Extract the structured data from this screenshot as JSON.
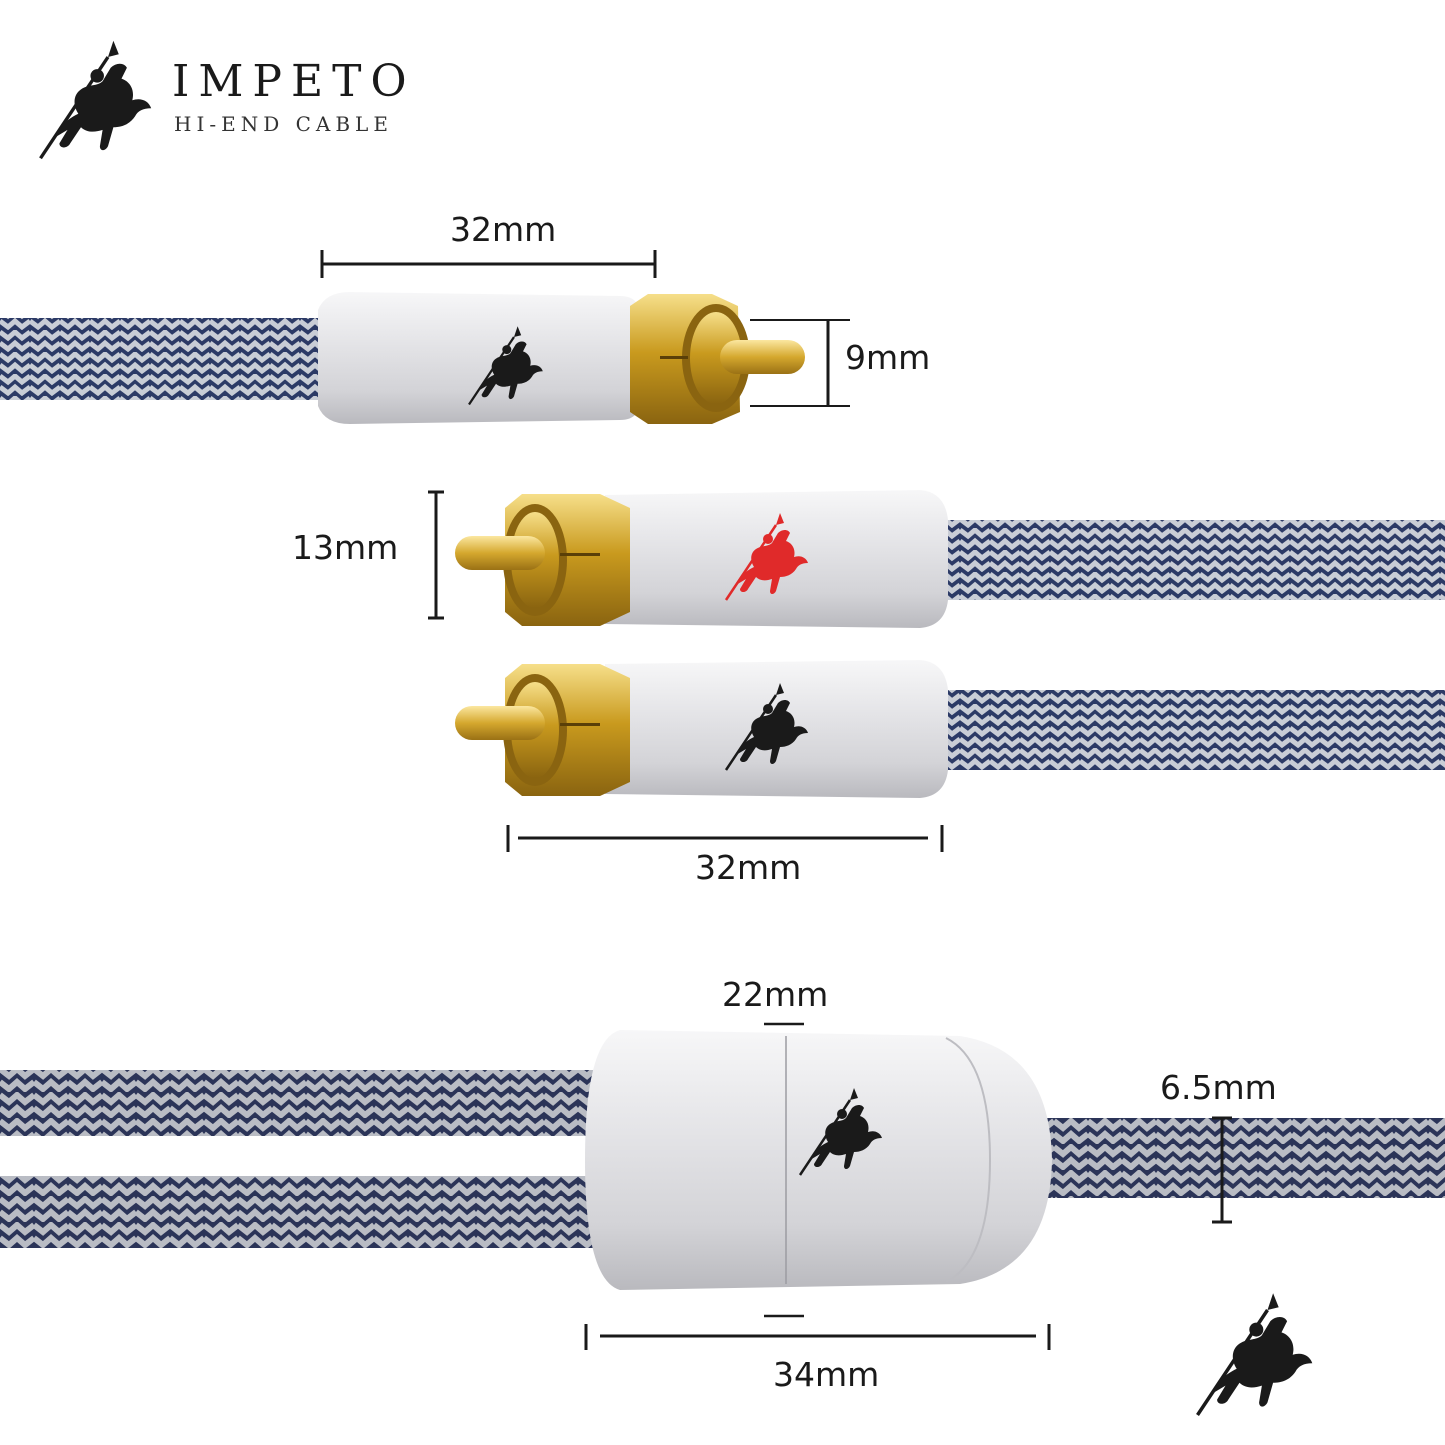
{
  "brand": {
    "name": "IMPETO",
    "tagline": "HI-END CABLE"
  },
  "dimensions": {
    "top_plug_length": "32mm",
    "pin_diameter": "9mm",
    "rca_head_diameter": "13mm",
    "rca_body_length": "32mm",
    "splitter_diameter": "22mm",
    "cable_diameter": "6.5mm",
    "splitter_length": "34mm"
  },
  "colors": {
    "cable_navy": "#2c3a66",
    "cable_silver": "#c9cdd6",
    "gold": "#c9a227",
    "silver_housing": "#e4e4e7",
    "red_logo": "#e02a2a",
    "logo_black": "#1a1a1a"
  },
  "icons": {
    "brand_logo": "knight-on-horse-icon",
    "red_connector_logo": "red-knight-icon",
    "bottom_logo": "knight-on-horse-icon"
  }
}
